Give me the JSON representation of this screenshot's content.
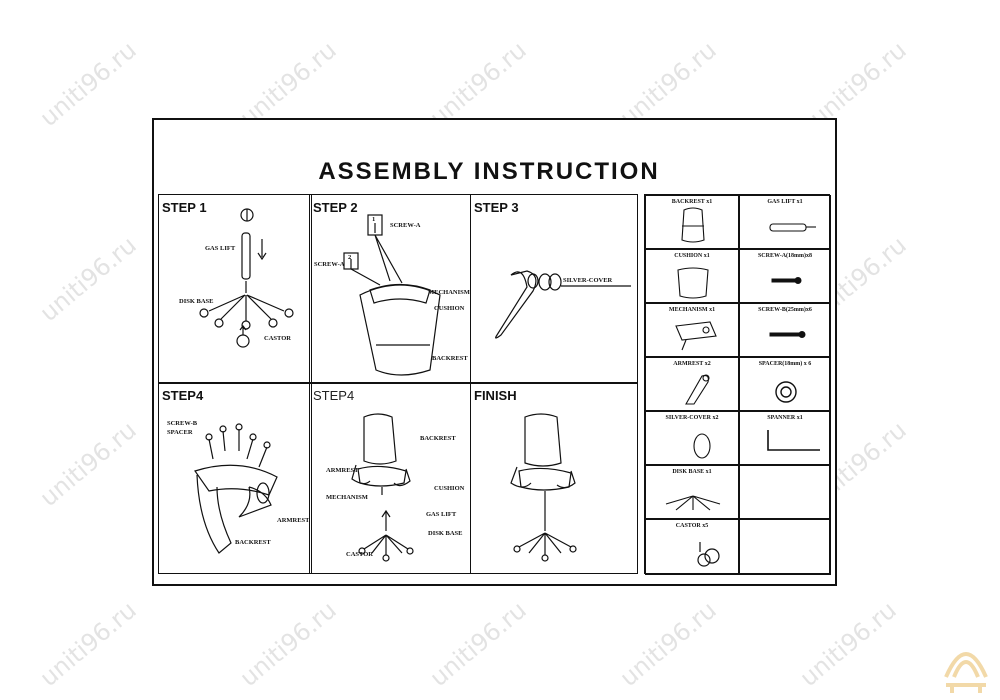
{
  "watermark": "uniti96.ru",
  "title": "ASSEMBLY INSTRUCTION",
  "steps": {
    "step1": {
      "heading": "STEP 1",
      "labels": {
        "gas_lift": "GAS LIFT",
        "disk_base": "DISK BASE",
        "castor": "CASTOR"
      }
    },
    "step2": {
      "heading": "STEP 2",
      "labels": {
        "screw_a_top": "SCREW-A",
        "screw_a_left": "SCREW-A",
        "mechanism": "MECHANISM",
        "cushion": "CUSHION",
        "backrest": "BACKREST",
        "num1": "1",
        "num2": "2"
      }
    },
    "step3": {
      "heading": "STEP 3",
      "labels": {
        "silver_cover": "SILVER-COVER"
      }
    },
    "step4a": {
      "heading": "STEP4",
      "labels": {
        "screw_b": "SCREW-B",
        "spacer": "SPACER",
        "armrest": "ARMREST",
        "backrest": "BACKREST"
      }
    },
    "step4b": {
      "heading": "STEP4",
      "labels": {
        "backrest": "BACKREST",
        "armrest": "ARMREST",
        "cushion": "CUSHION",
        "mechanism": "MECHANISM",
        "gas_lift": "GAS LIFT",
        "disk_base": "DISK BASE",
        "castor": "CASTOR"
      }
    },
    "finish": {
      "heading": "FINISH"
    }
  },
  "parts": [
    {
      "label": "BACKREST x1",
      "icon": "backrest-icon"
    },
    {
      "label": "GAS LIFT x1",
      "icon": "gas-lift-icon"
    },
    {
      "label": "CUSHION x1",
      "icon": "cushion-icon"
    },
    {
      "label": "SCREW-A(18mm)x8",
      "icon": "screw-a-icon"
    },
    {
      "label": "MECHANISM x1",
      "icon": "mechanism-icon"
    },
    {
      "label": "SCREW-B(25mm)x6",
      "icon": "screw-b-icon"
    },
    {
      "label": "ARMREST x2",
      "icon": "armrest-icon"
    },
    {
      "label": "SPACER(18mm) x 6",
      "icon": "spacer-icon"
    },
    {
      "label": "SILVER-COVER x2",
      "icon": "silver-cover-icon"
    },
    {
      "label": "SPANNER x1",
      "icon": "spanner-icon"
    },
    {
      "label": "DISK BASE x1",
      "icon": "disk-base-icon"
    },
    {
      "label": "",
      "icon": "empty-cell"
    },
    {
      "label": "CASTOR x5",
      "icon": "castor-icon"
    },
    {
      "label": "",
      "icon": "empty-cell"
    }
  ],
  "colors": {
    "ink": "#111111",
    "watermark": "#e3e3e3",
    "logo": "#f2d9a8"
  }
}
